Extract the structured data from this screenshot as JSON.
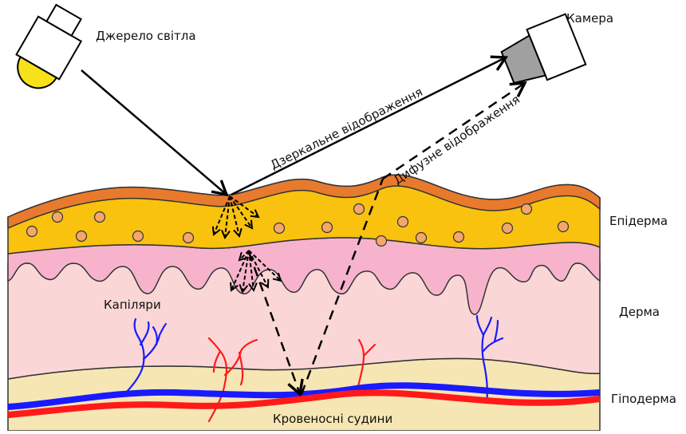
{
  "labels": {
    "light_source": "Джерело світла",
    "camera": "Камера",
    "specular": "Дзеркальне відображення",
    "diffuse": "Дифузне відображення",
    "epidermis": "Епідерма",
    "dermis": "Дерма",
    "hypodermis": "Гіподерма",
    "capillaries": "Капіляри",
    "blood_vessels": "Кровеносні судини"
  },
  "colors": {
    "epidermis_top": "#e87a2e",
    "epidermis": "#f8c20e",
    "epidermis_cells": "#f5a66a",
    "dermis_upper": "#f7b3cc",
    "dermis": "#fbd6d6",
    "hypodermis": "#f5e6b4",
    "vein": "#1a1aff",
    "artery": "#ff1a1a",
    "lamp": "#f7e11a",
    "camera_lens": "#a0a0a0"
  }
}
